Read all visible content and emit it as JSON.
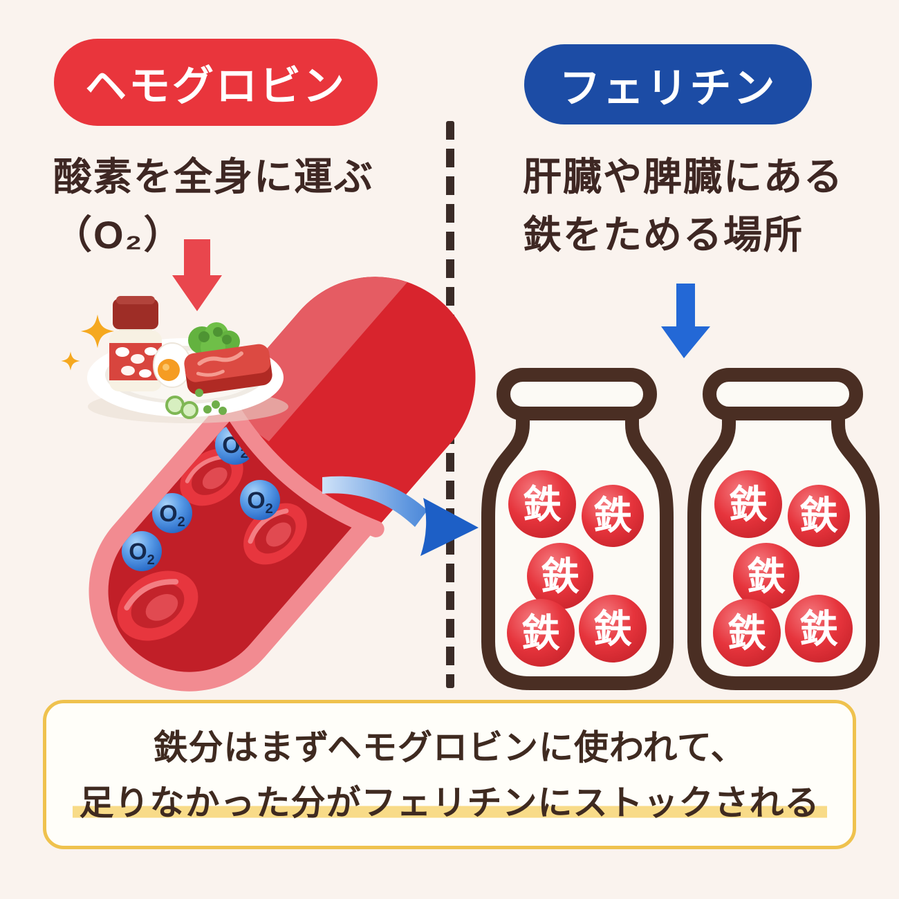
{
  "left_panel": {
    "badge_label": "ヘモグロビン",
    "desc_line1": "酸素を全身に運ぶ",
    "desc_line2": "（O₂）"
  },
  "vessel": {
    "o2_main": "O",
    "o2_sub": "2"
  },
  "right_panel": {
    "badge_label": "フェリチン",
    "desc_line1": "肝臓や脾臓にある",
    "desc_line2": "鉄をためる場所",
    "iron_ball_label": "鉄",
    "jar_count": 2,
    "iron_balls_per_jar": 5
  },
  "summary": {
    "line1": "鉄分はまずヘモグロビンに使われて、",
    "line2": "足りなかった分がフェリチンにストックされる"
  },
  "colors": {
    "background": "#FAF3EE",
    "hemoglobin_red": "#E9353C",
    "ferritin_blue": "#1C4CA5",
    "text_brown": "#3E2723",
    "divider": "#3A2B27",
    "jar_outline": "#4A2E23",
    "iron_ball_red": "#E23239",
    "o2_sphere_blue": "#2E72D0",
    "vessel_red": "#D8242D",
    "vessel_pink": "#F28B91",
    "down_arrow_red": "#E9464D",
    "down_arrow_blue": "#2368D6",
    "flow_arrow_blue": "#1D5FC6",
    "summary_border_yellow": "#EFC24E",
    "summary_highlight_yellow": "#F8DB88",
    "sparkle_orange": "#F5A81F"
  }
}
